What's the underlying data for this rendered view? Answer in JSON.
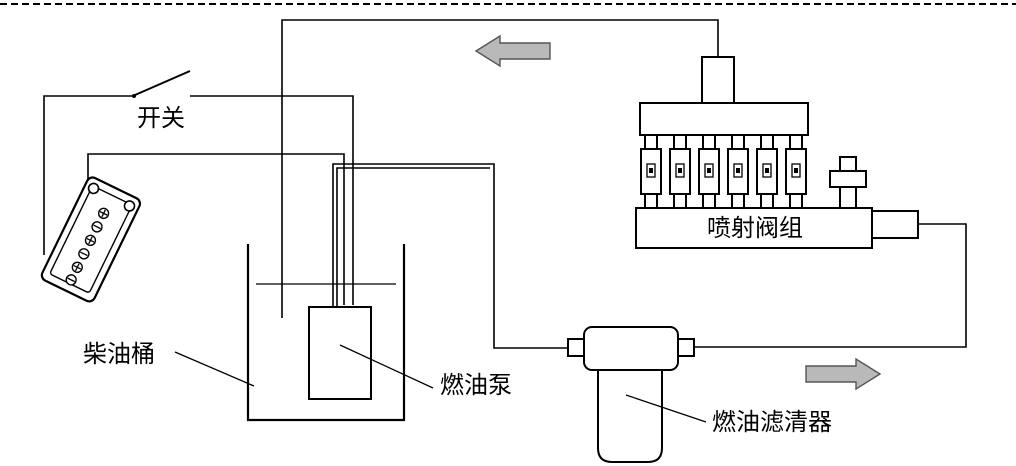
{
  "labels": {
    "switch": "开关",
    "diesel_tank": "柴油桶",
    "fuel_pump": "燃油泵",
    "injector_group": "喷射阀组",
    "fuel_filter": "燃油滤清器"
  },
  "colors": {
    "line": "#000000",
    "flow_arrow_fill": "#b9b9b9",
    "background": "#ffffff"
  },
  "icons": {
    "flow_arrows": [
      "arrow-left-icon",
      "arrow-right-icon"
    ],
    "battery": "battery-icon"
  }
}
